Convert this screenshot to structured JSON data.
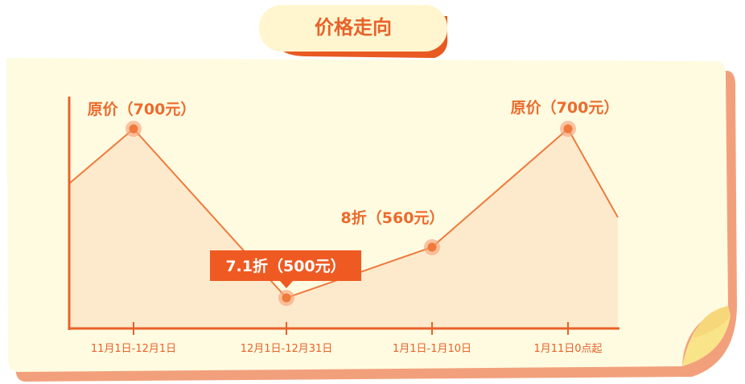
{
  "title": "价格走向",
  "colors": {
    "accent": "#e8622a",
    "line": "#ef7a3c",
    "area_fill": "#fde6c8",
    "paper": "#fffbe1",
    "paper_shadow": "#f2a07c",
    "title_badge": "#fff6cf",
    "callout_bg": "#ef5a22"
  },
  "chart_data": {
    "type": "line",
    "categories": [
      "11月1日-12月1日",
      "12月1日-12月31日",
      "1月1日-1月10日",
      "1月11日0点起"
    ],
    "values": [
      700,
      500,
      560,
      700
    ],
    "point_labels": [
      "原价（700元）",
      "7.1折（500元）",
      "8折（560元）",
      "原价（700元）"
    ],
    "highlight_index": 1,
    "xlabel": "",
    "ylabel": "",
    "grid": false,
    "legend": "none"
  }
}
